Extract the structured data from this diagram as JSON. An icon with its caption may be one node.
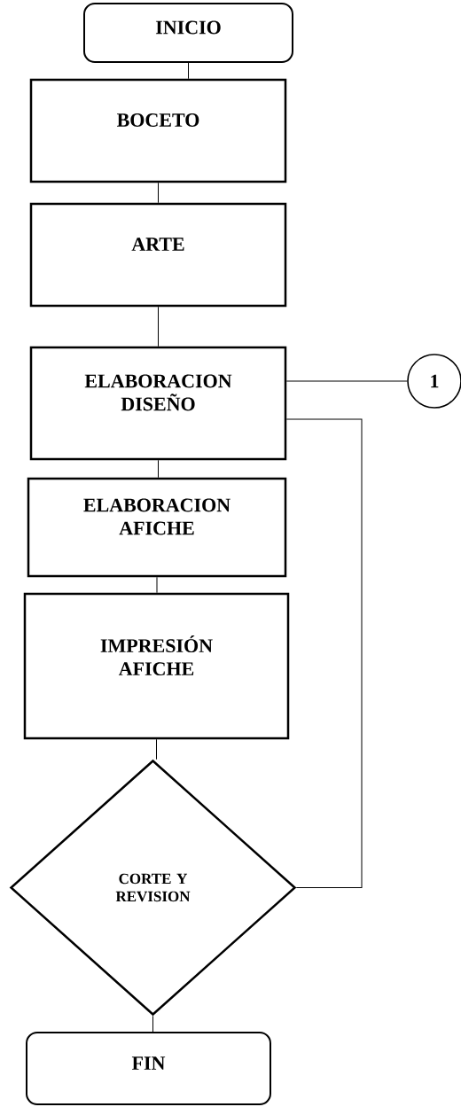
{
  "diagram": {
    "nodes": [
      {
        "text": [
          "INICIO"
        ]
      },
      {
        "text": [
          "BOCETO"
        ]
      },
      {
        "text": [
          "ARTE"
        ]
      },
      {
        "text": [
          "ELABORACION DISEÑO"
        ]
      },
      {
        "text": [
          "ELABORACION AFICHE"
        ]
      },
      {
        "text": [
          "IMPRESIÓN AFICHE"
        ]
      },
      {
        "text": [
          "CORTE Y REVISION"
        ]
      },
      {
        "text": [
          "FIN"
        ]
      },
      {
        "text": [
          "1"
        ]
      }
    ],
    "edges": [
      {
        "from": 0,
        "to": 1,
        "arrow": "none"
      },
      {
        "from": 1,
        "to": 2,
        "arrow": "none"
      },
      {
        "from": 2,
        "to": 3,
        "arrow": "none"
      },
      {
        "from": 3,
        "to": 4,
        "arrow": "none"
      },
      {
        "from": 4,
        "to": 5,
        "arrow": "none"
      },
      {
        "from": 5,
        "to": 6,
        "arrow": "none"
      },
      {
        "from": 6,
        "to": 7,
        "arrow": "none"
      },
      {
        "from": 3,
        "to": 8,
        "arrow": "none"
      },
      {
        "from": 6,
        "to": 3,
        "arrow": "none"
      }
    ]
  }
}
